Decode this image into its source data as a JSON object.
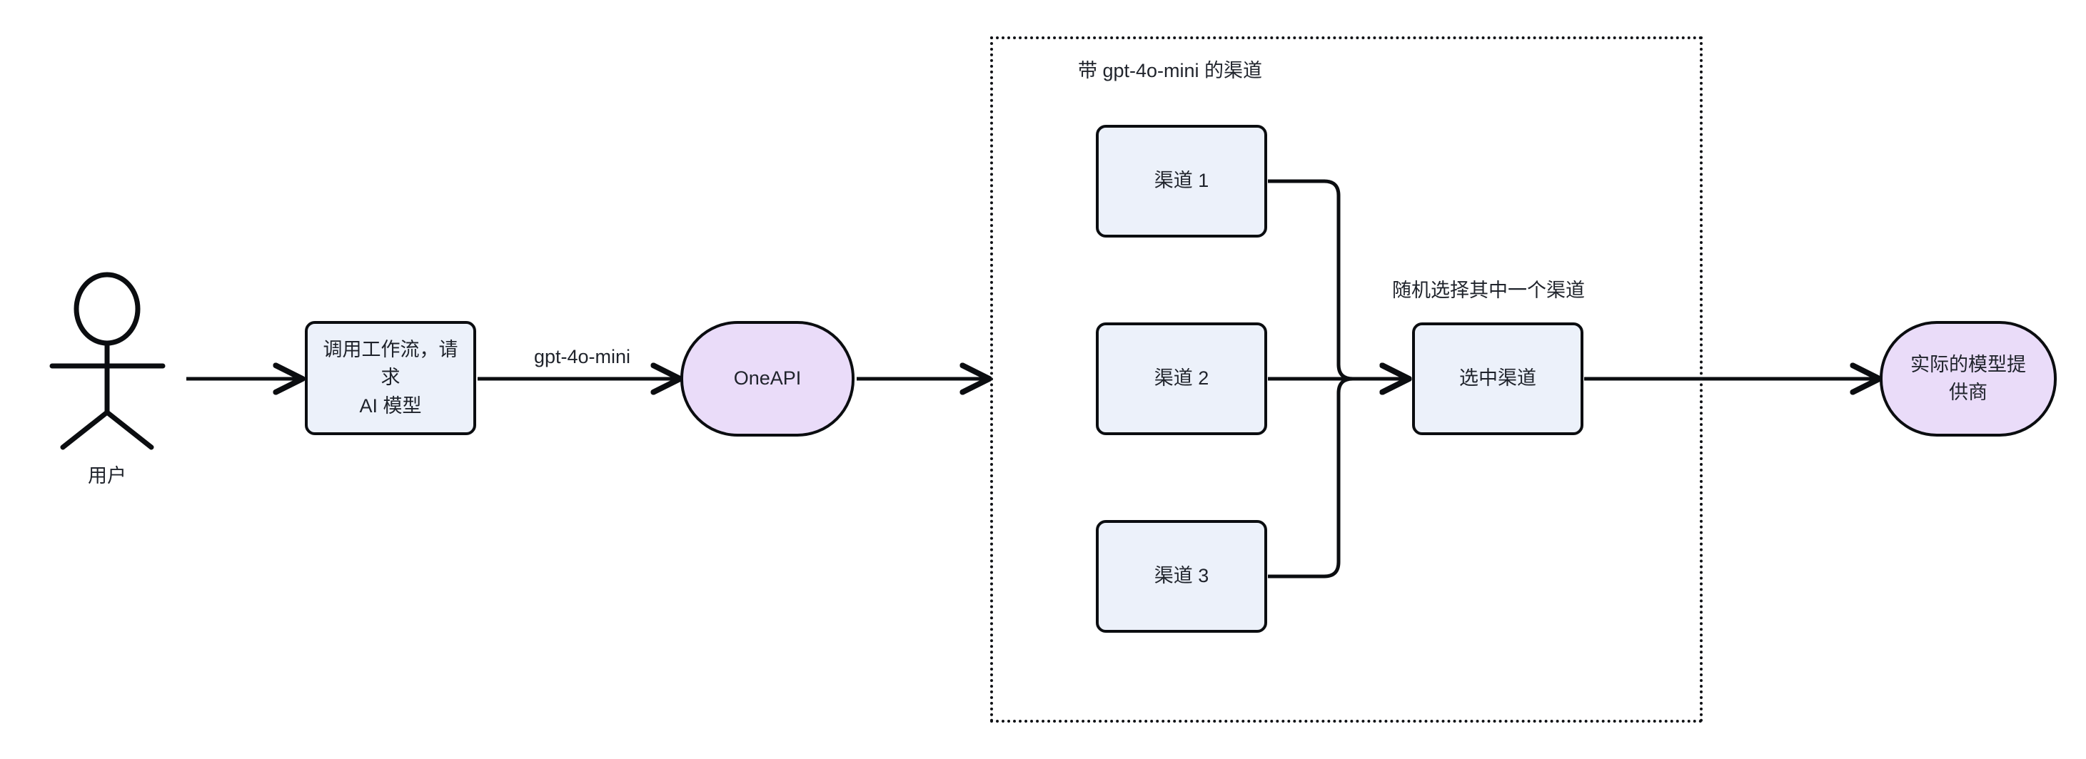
{
  "diagram": {
    "type": "flowchart",
    "direction": "left-to-right",
    "background_color": "#ffffff",
    "palette": {
      "process_fill": "#ecf1fa",
      "terminator_fill": "#eadcf9",
      "stroke": "#0b0d10",
      "text": "#1f232b"
    }
  },
  "actor": {
    "name": "stick-figure-user",
    "label": "用户"
  },
  "nodes": {
    "workflow": {
      "label_line1": "调用工作流，请求",
      "label_line2": "AI 模型",
      "shape": "process"
    },
    "oneapi": {
      "label": "OneAPI",
      "shape": "terminator"
    },
    "channel1": {
      "label": "渠道 1",
      "shape": "process"
    },
    "channel2": {
      "label": "渠道 2",
      "shape": "process"
    },
    "channel3": {
      "label": "渠道 3",
      "shape": "process"
    },
    "selected_channel": {
      "label": "选中渠道",
      "shape": "process"
    },
    "provider": {
      "label_line1": "实际的模型提",
      "label_line2": "供商",
      "shape": "terminator"
    }
  },
  "group": {
    "title": "带 gpt-4o-mini 的渠道",
    "border_style": "dotted"
  },
  "edge_labels": {
    "user_to_workflow": "",
    "workflow_to_oneapi": "gpt-4o-mini",
    "channels_to_selected": "随机选择其中一个渠道"
  }
}
